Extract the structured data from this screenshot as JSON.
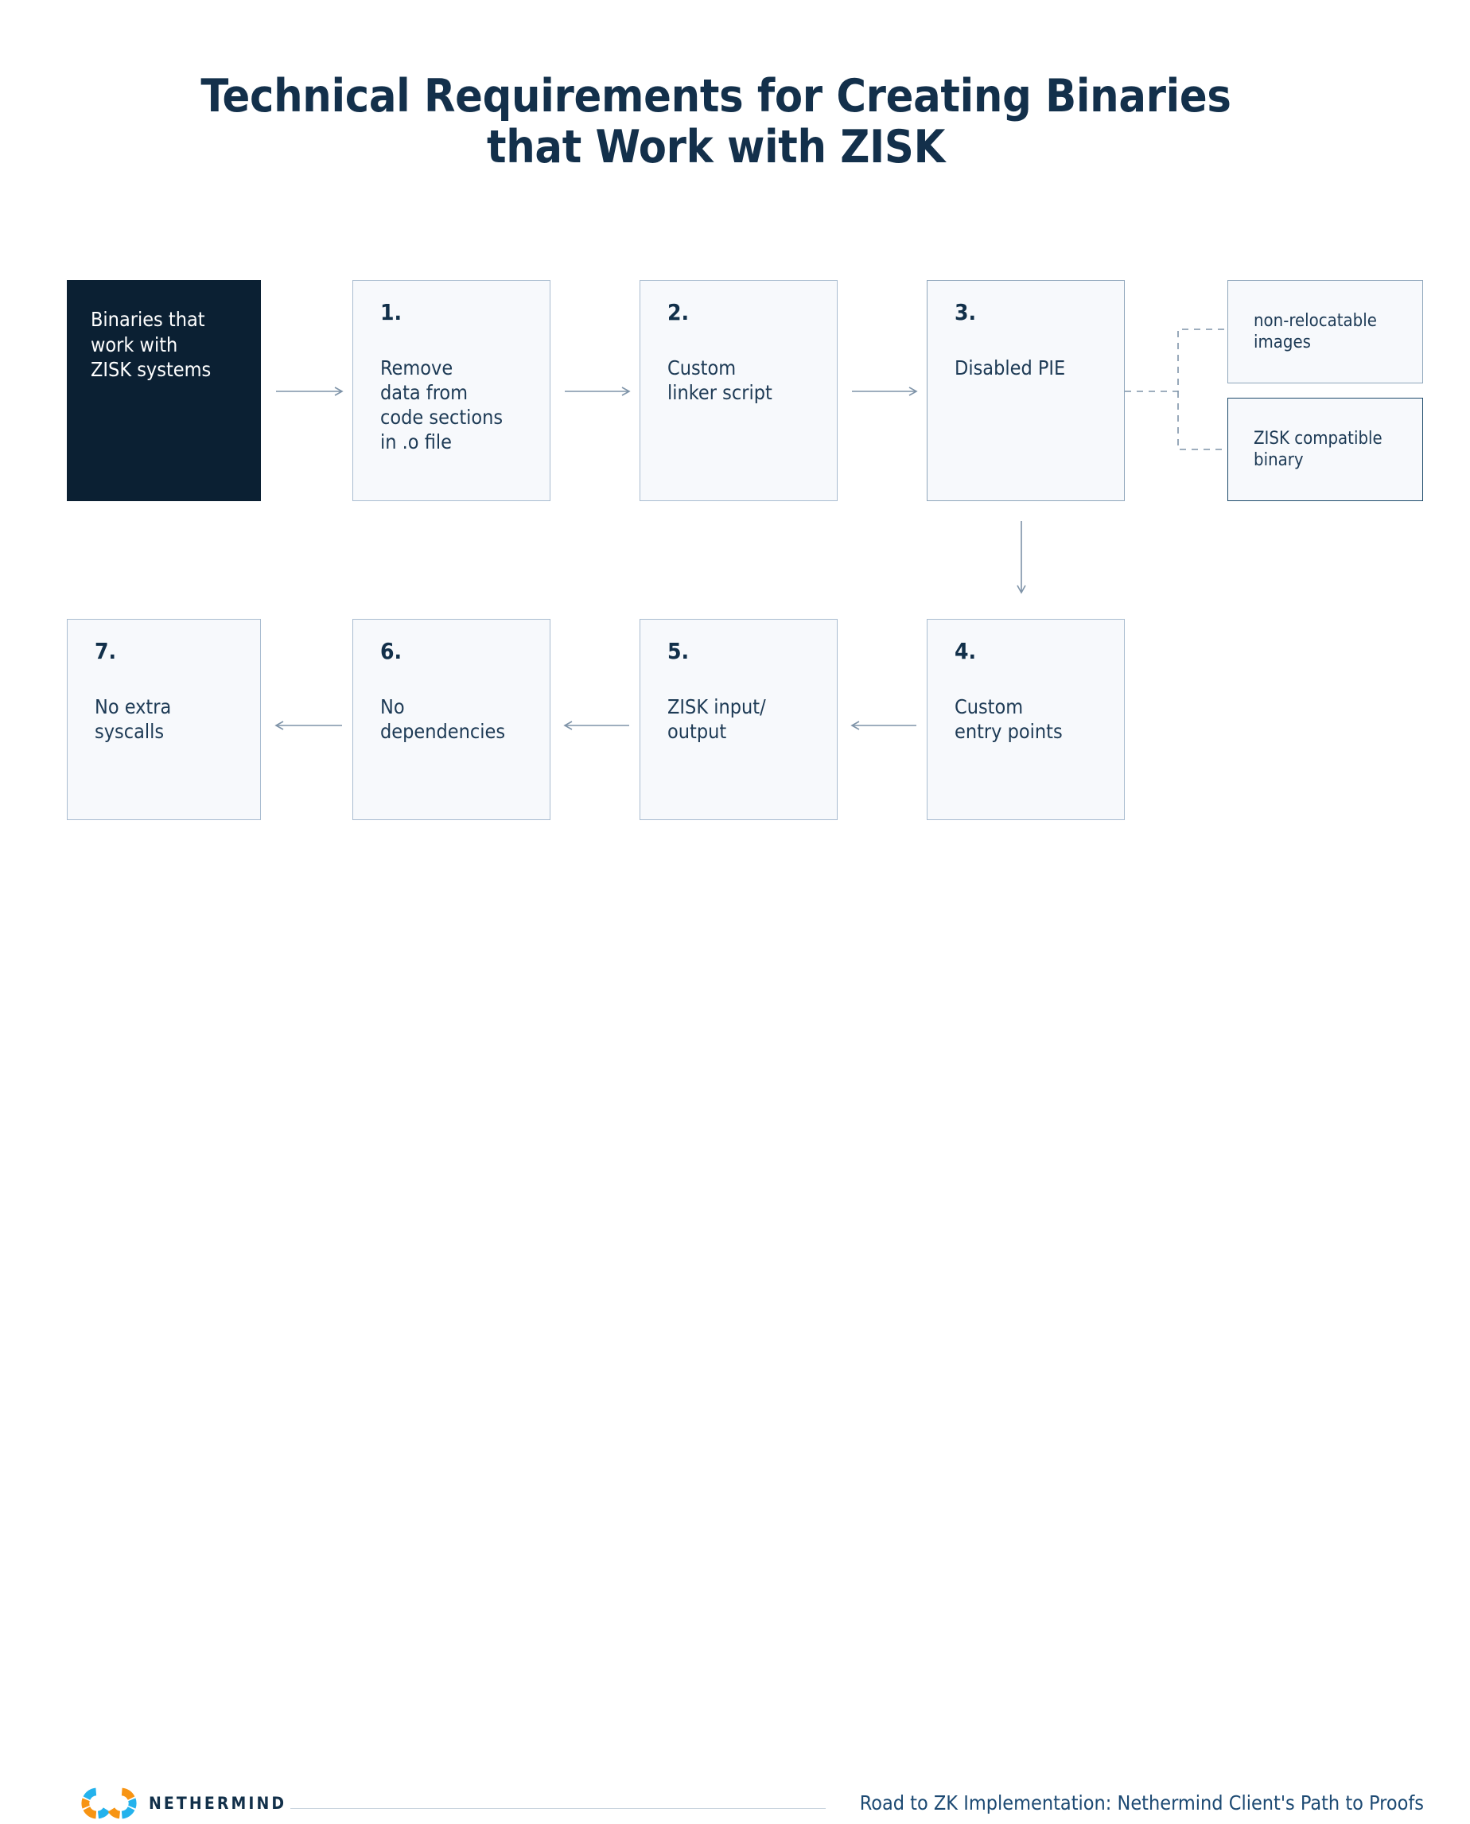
{
  "title": {
    "line1": "Technical Requirements for Creating Binaries",
    "line2": "that Work with ZISK"
  },
  "diagram": {
    "start_node": {
      "label": "Binaries that\nwork with\nZISK systems"
    },
    "steps": [
      {
        "number": "1.",
        "label": "Remove\ndata from\ncode sections\nin .o file"
      },
      {
        "number": "2.",
        "label": "Custom\nlinker script"
      },
      {
        "number": "3.",
        "label": "Disabled PIE"
      },
      {
        "number": "4.",
        "label": "Custom\nentry points"
      },
      {
        "number": "5.",
        "label": "ZISK input/\noutput"
      },
      {
        "number": "6.",
        "label": "No\ndependencies"
      },
      {
        "number": "7.",
        "label": "No extra\nsyscalls"
      }
    ],
    "branch_nodes": [
      {
        "label": "non-relocatable\nimages"
      },
      {
        "label": "ZISK compatible\nbinary"
      }
    ]
  },
  "footer": {
    "brand": "NETHERMIND",
    "note": "Road to ZK Implementation: Nethermind Client's Path to Proofs"
  },
  "colors": {
    "dark_navy": "#0b2033",
    "title_navy": "#13304b",
    "box_fill": "#f7f9fc",
    "box_border": "#a9bcd0",
    "connector": "#7e93a8",
    "logo_orange": "#f79413",
    "logo_cyan": "#24b2ec"
  }
}
